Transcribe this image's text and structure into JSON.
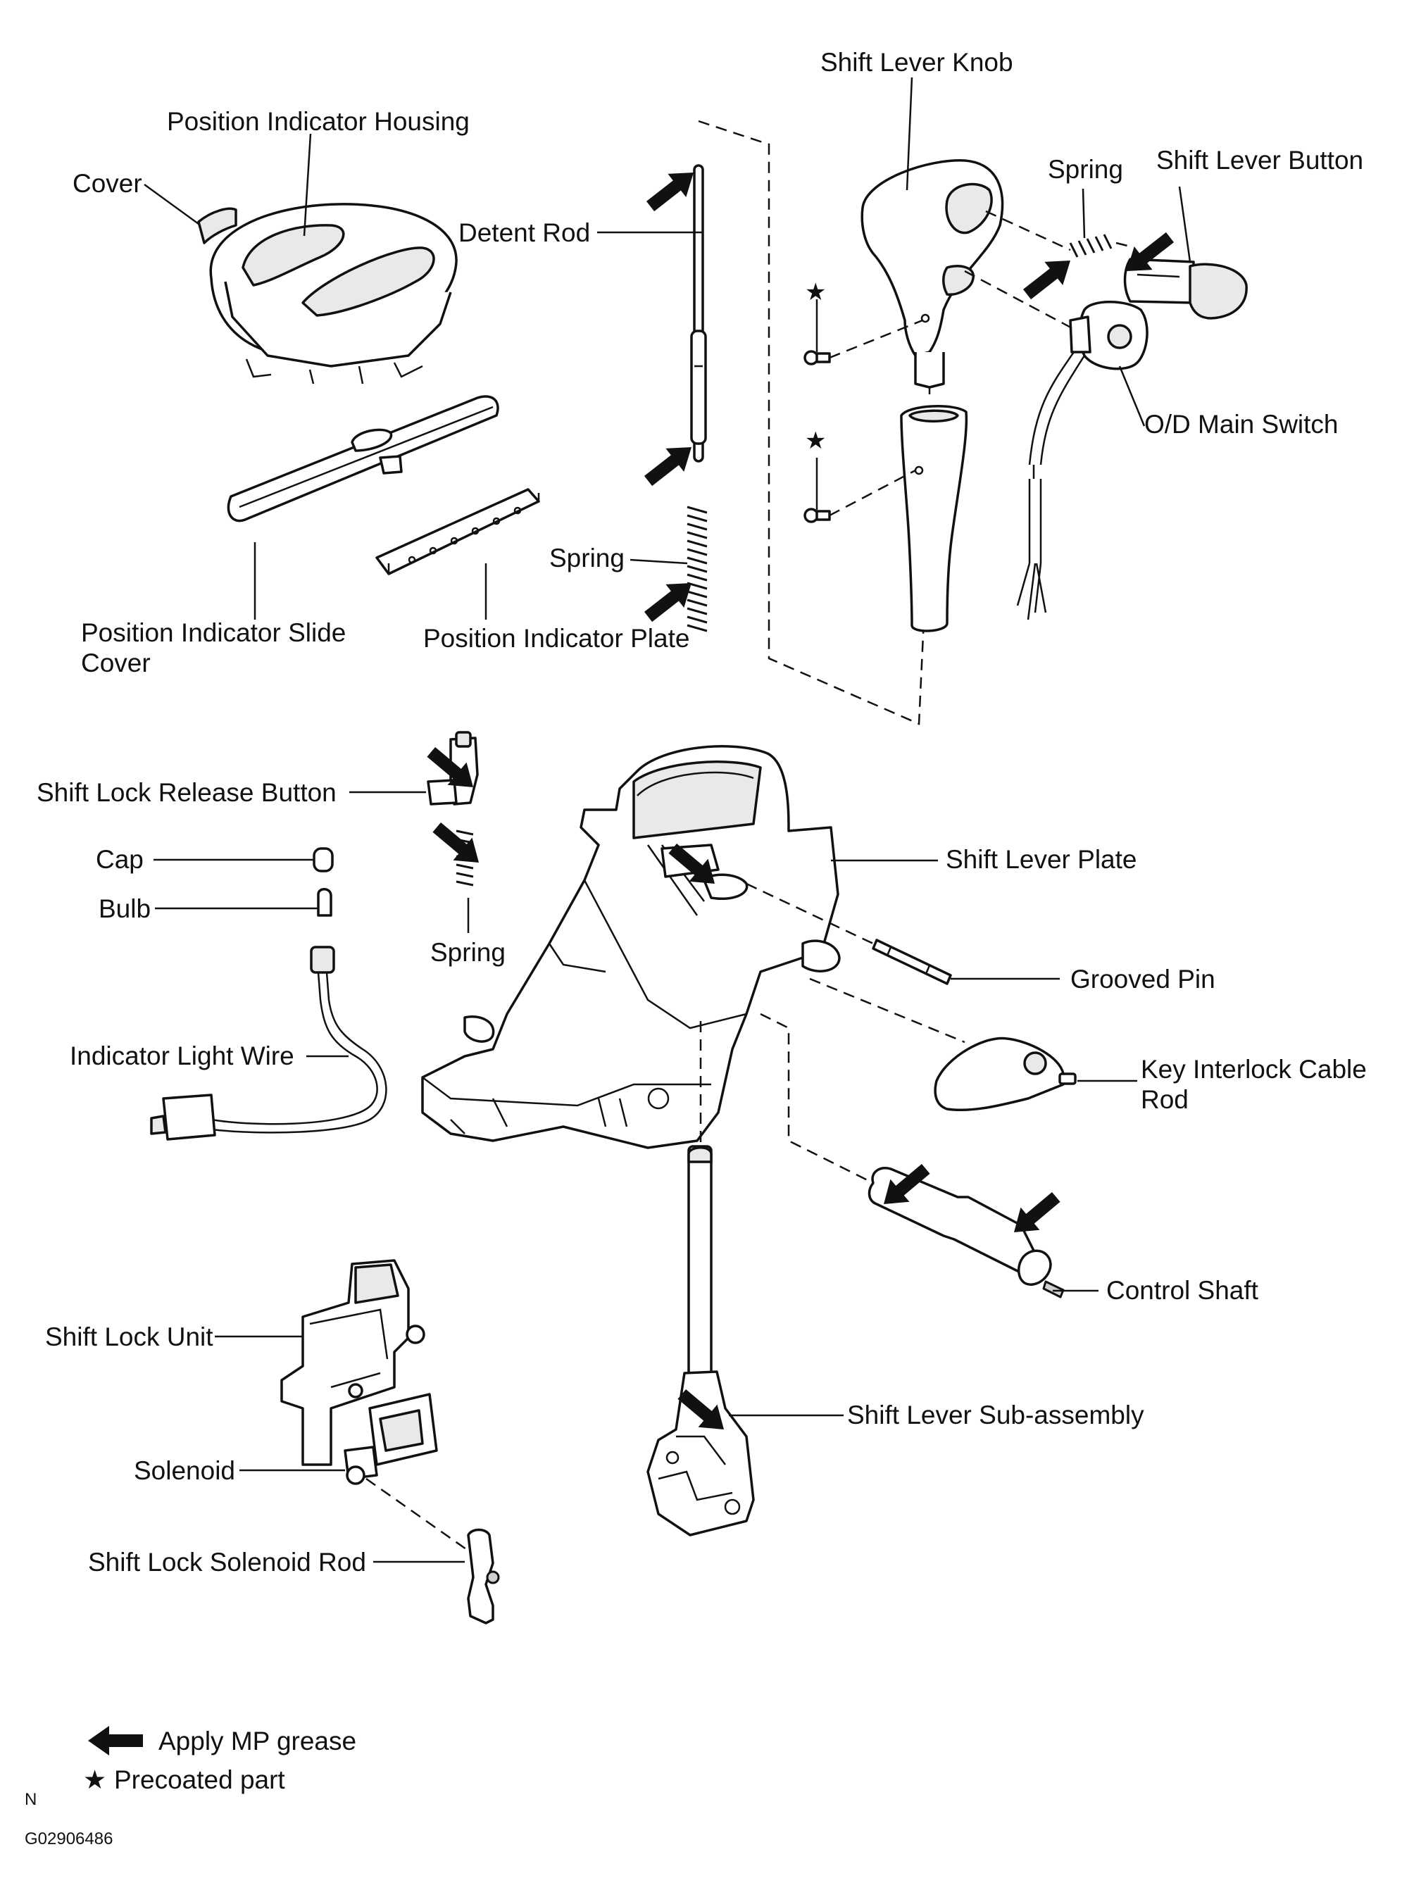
{
  "labels": {
    "shift_lever_knob": "Shift Lever Knob",
    "position_indicator_housing": "Position Indicator Housing",
    "spring_top": "Spring",
    "shift_lever_button": "Shift Lever Button",
    "cover": "Cover",
    "detent_rod": "Detent Rod",
    "od_main_switch": "O/D Main Switch",
    "spring_mid": "Spring",
    "position_indicator_slide_cover_1": "Position Indicator Slide",
    "position_indicator_slide_cover_2": "Cover",
    "position_indicator_plate": "Position Indicator Plate",
    "shift_lock_release_button": "Shift Lock Release Button",
    "cap": "Cap",
    "shift_lever_plate": "Shift Lever Plate",
    "bulb": "Bulb",
    "spring_lower": "Spring",
    "grooved_pin": "Grooved Pin",
    "indicator_light_wire": "Indicator Light Wire",
    "key_interlock_cable_rod_1": "Key Interlock Cable",
    "key_interlock_cable_rod_2": "Rod",
    "control_shaft": "Control Shaft",
    "shift_lock_unit": "Shift Lock Unit",
    "shift_lever_sub_assembly": "Shift Lever Sub-assembly",
    "solenoid": "Solenoid",
    "shift_lock_solenoid_rod": "Shift Lock Solenoid Rod"
  },
  "legend": {
    "grease": "Apply MP grease",
    "precoated": "Precoated part"
  },
  "footer": {
    "north": "N",
    "code": "G02906486"
  },
  "symbols": {
    "star": "★"
  }
}
